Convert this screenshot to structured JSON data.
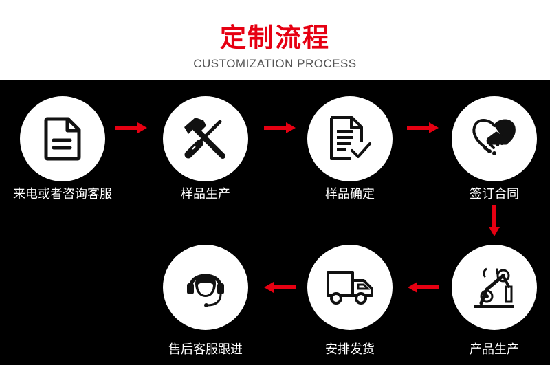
{
  "header": {
    "title": "定制流程",
    "subtitle": "CUSTOMIZATION PROCESS"
  },
  "steps": [
    {
      "label": "来电或者咨询客服",
      "icon": "document-icon"
    },
    {
      "label": "样品生产",
      "icon": "hammer-screwdriver-icon"
    },
    {
      "label": "样品确定",
      "icon": "checklist-icon"
    },
    {
      "label": "签订合同",
      "icon": "handshake-heart-icon"
    },
    {
      "label": "产品生产",
      "icon": "robot-arm-icon"
    },
    {
      "label": "安排发货",
      "icon": "delivery-truck-icon"
    },
    {
      "label": "售后客服跟进",
      "icon": "headset-icon"
    }
  ],
  "colors": {
    "accent": "#e60012",
    "background": "#000000",
    "circle": "#ffffff",
    "icon": "#111111"
  }
}
